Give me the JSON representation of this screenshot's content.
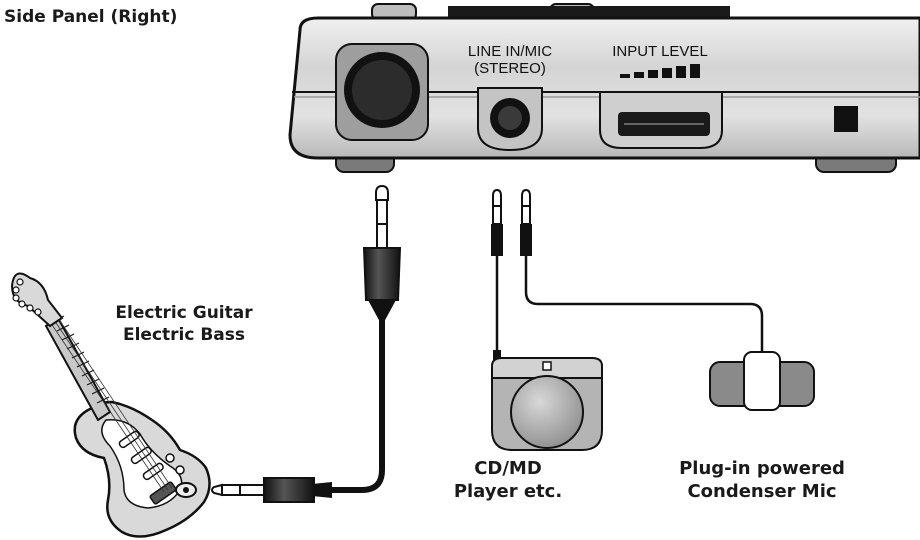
{
  "title": "Side Panel (Right)",
  "device": {
    "jack_label_line1": "LINE IN/MIC",
    "jack_label_line2": "(STEREO)",
    "level_label": "INPUT LEVEL"
  },
  "labels": {
    "guitar_line1": "Electric Guitar",
    "guitar_line2": "Electric Bass",
    "player_line1": "CD/MD",
    "player_line2": "Player etc.",
    "mic_line1": "Plug-in powered",
    "mic_line2": "Condenser Mic"
  },
  "colors": {
    "device_body": "#d6d6d6",
    "device_shadow": "#a8a8a8",
    "outline": "#111111",
    "guitar_body": "#d9d9d9",
    "dark": "#222222"
  }
}
